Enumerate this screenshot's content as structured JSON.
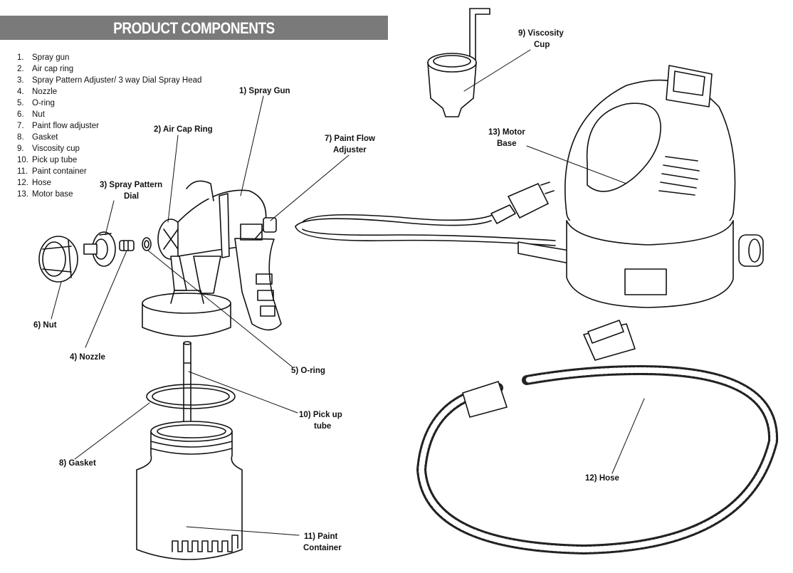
{
  "header": {
    "title": "PRODUCT COMPONENTS"
  },
  "parts": [
    {
      "num": "1.",
      "label": "Spray gun"
    },
    {
      "num": "2.",
      "label": "Air cap ring"
    },
    {
      "num": "3.",
      "label": "Spray Pattern Adjuster/ 3 way Dial Spray Head"
    },
    {
      "num": "4.",
      "label": "Nozzle"
    },
    {
      "num": "5.",
      "label": "O-ring"
    },
    {
      "num": "6.",
      "label": "Nut"
    },
    {
      "num": "7.",
      "label": "Paint flow adjuster"
    },
    {
      "num": "8.",
      "label": "Gasket"
    },
    {
      "num": "9.",
      "label": "Viscosity cup"
    },
    {
      "num": "10.",
      "label": "Pick up tube"
    },
    {
      "num": "11.",
      "label": "Paint container"
    },
    {
      "num": "12.",
      "label": "Hose"
    },
    {
      "num": "13.",
      "label": "Motor base"
    }
  ],
  "callouts": {
    "spray_gun": [
      "1) Spray Gun"
    ],
    "air_cap_ring": [
      "2) Air Cap Ring"
    ],
    "spray_pattern_dial": [
      "3) Spray Pattern",
      "Dial"
    ],
    "nozzle": [
      "4) Nozzle"
    ],
    "o_ring": [
      "5) O-ring"
    ],
    "nut": [
      "6) Nut"
    ],
    "paint_flow_adjuster": [
      "7) Paint Flow",
      "Adjuster"
    ],
    "gasket": [
      "8) Gasket"
    ],
    "viscosity_cup": [
      "9) Viscosity",
      "Cup"
    ],
    "pick_up_tube": [
      "10) Pick up",
      "tube"
    ],
    "paint_container": [
      "11) Paint",
      "Container"
    ],
    "hose": [
      "12) Hose"
    ],
    "motor_base": [
      "13) Motor",
      "Base"
    ]
  }
}
